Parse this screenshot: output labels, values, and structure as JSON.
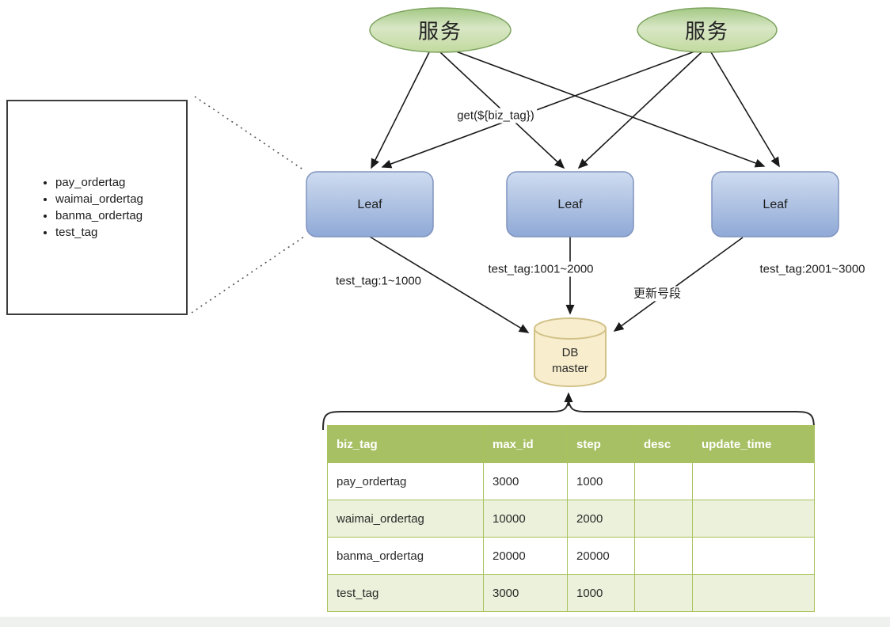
{
  "diagram": {
    "services": [
      {
        "label": "服务"
      },
      {
        "label": "服务"
      }
    ],
    "leaf_nodes": [
      {
        "label": "Leaf"
      },
      {
        "label": "Leaf"
      },
      {
        "label": "Leaf"
      }
    ],
    "db": {
      "line1": "DB",
      "line2": "master"
    },
    "edge_labels": {
      "get_call": "get(${biz_tag})",
      "segment_leaf1": "test_tag:1~1000",
      "segment_leaf2": "test_tag:1001~2000",
      "segment_leaf3": "test_tag:2001~3000",
      "update_segment": "更新号段"
    },
    "biz_tag_list": {
      "items": [
        "pay_ordertag",
        "waimai_ordertag",
        "banma_ordertag",
        "test_tag"
      ]
    },
    "table": {
      "columns": [
        "biz_tag",
        "max_id",
        "step",
        "desc",
        "update_time"
      ],
      "rows": [
        {
          "cells": [
            "pay_ordertag",
            "3000",
            "1000",
            "",
            ""
          ]
        },
        {
          "cells": [
            "waimai_ordertag",
            "10000",
            "2000",
            "",
            ""
          ]
        },
        {
          "cells": [
            "banma_ordertag",
            "20000",
            "20000",
            "",
            ""
          ]
        },
        {
          "cells": [
            "test_tag",
            "3000",
            "1000",
            "",
            ""
          ]
        }
      ]
    },
    "colors": {
      "service_fill_light": "#d8e7c5",
      "service_fill_dark": "#a3c884",
      "service_border": "#7ea360",
      "leaf_fill_top": "#cfdcf0",
      "leaf_fill_bottom": "#8fa9d6",
      "leaf_border": "#8094bf",
      "db_fill": "#f8eecd",
      "db_border": "#d2c289",
      "table_header_bg": "#a8c064",
      "table_row_alt_bg": "#ebf1da",
      "table_border": "#a9c25d",
      "arrow": "#1a1a1a"
    }
  }
}
